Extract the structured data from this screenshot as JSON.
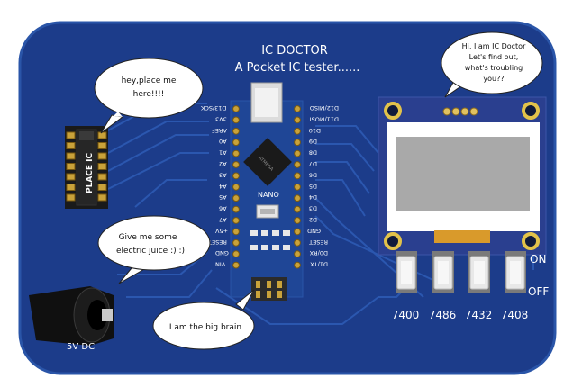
{
  "board": {
    "title": "IC DOCTOR",
    "subtitle": "A Pocket IC tester......",
    "chip_name": "NANO"
  },
  "bubbles": {
    "place_ic": [
      "hey,place me",
      "here!!!!"
    ],
    "power": [
      "Give me some",
      "electric juice :) :)"
    ],
    "brain": [
      "I am the big brain"
    ],
    "doctor": [
      "Hi, I am IC Doctor",
      "Let's find out,",
      "what's troubling",
      "you??"
    ]
  },
  "socket_label": "PLACE IC",
  "dc_jack_label": "5V DC",
  "switch_labels": {
    "on": "ON",
    "off": "OFF"
  },
  "button_labels": [
    "7400",
    "7486",
    "7432",
    "7408"
  ],
  "pins_left": [
    "D13/SCK",
    "3V3",
    "AREF",
    "A0",
    "A1",
    "A2",
    "A3",
    "A4",
    "A5",
    "A6",
    "A7",
    "+5V",
    "RESET",
    "GND",
    "VIN"
  ],
  "pins_right": [
    "D12/MISO",
    "D11/MOSI",
    "D10",
    "D9",
    "D8",
    "D7",
    "D6",
    "D5",
    "D4",
    "D3",
    "D2",
    "GND",
    "RESET",
    "D0/RX",
    "D1/TX"
  ],
  "colors": {
    "pcb": "#1c3c8a",
    "pcb_edge": "#2a55a8",
    "trace": "#2e5cb6",
    "silkscreen": "#ffffff",
    "pad": "#c9a23a",
    "oled_bezel": "#2a3f8f",
    "oled_glass": "#a9a9a9",
    "oled_frame": "#ffffff",
    "button_body": "#e8e8e8",
    "button_base": "#7a7a7a"
  }
}
